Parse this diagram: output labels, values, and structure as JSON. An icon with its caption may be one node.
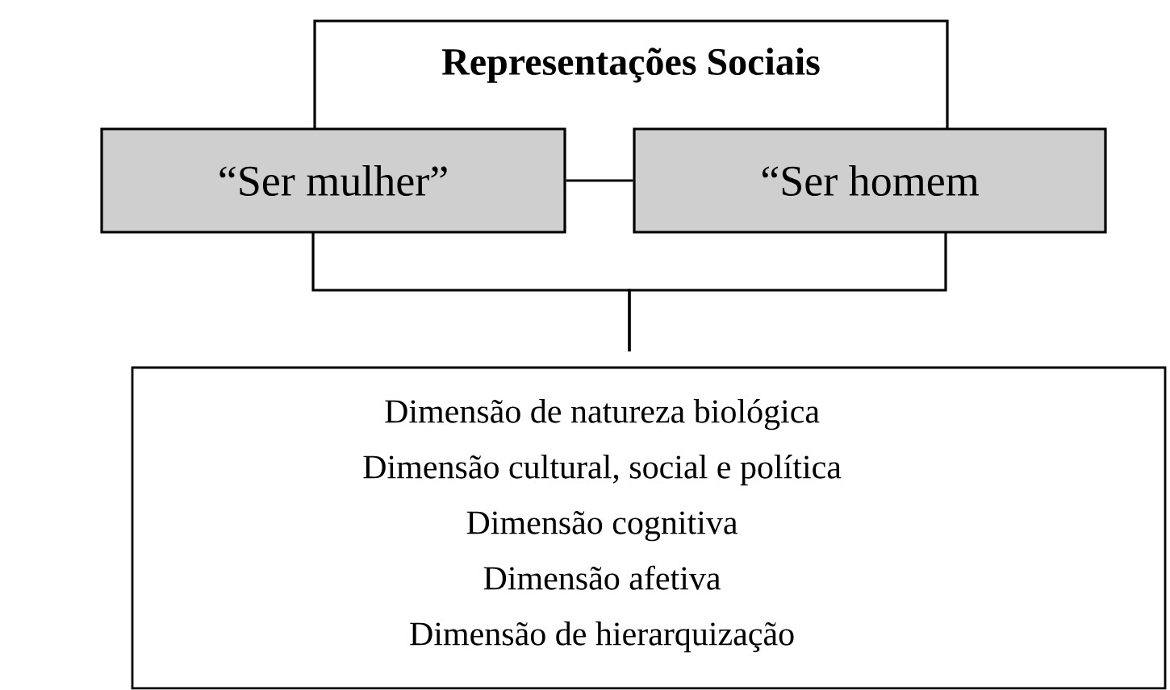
{
  "diagram": {
    "nodes": [
      {
        "text": [
          "Representações Sociais"
        ]
      },
      {
        "text": [
          "“Ser mulher”"
        ]
      },
      {
        "text": [
          "“Ser homem"
        ]
      },
      {
        "text": [
          "Dimensão de natureza biológica",
          "Dimensão cultural, social e política",
          "Dimensão cognitiva",
          "Dimensão afetiva",
          "Dimensão de hierarquização"
        ]
      }
    ],
    "edges": [
      {
        "from": 1,
        "to": 2,
        "arrow": "none"
      },
      {
        "from": 1,
        "to": 3,
        "arrow": "none"
      },
      {
        "from": 2,
        "to": 3,
        "arrow": "none"
      }
    ]
  }
}
